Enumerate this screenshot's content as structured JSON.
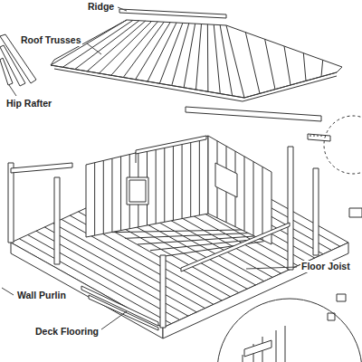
{
  "diagram": {
    "labels": [
      "Ridge",
      "Roof Trusses",
      "Hip Rafter",
      "Floor Joist",
      "Wall Purlin",
      "Deck Flooring"
    ]
  }
}
